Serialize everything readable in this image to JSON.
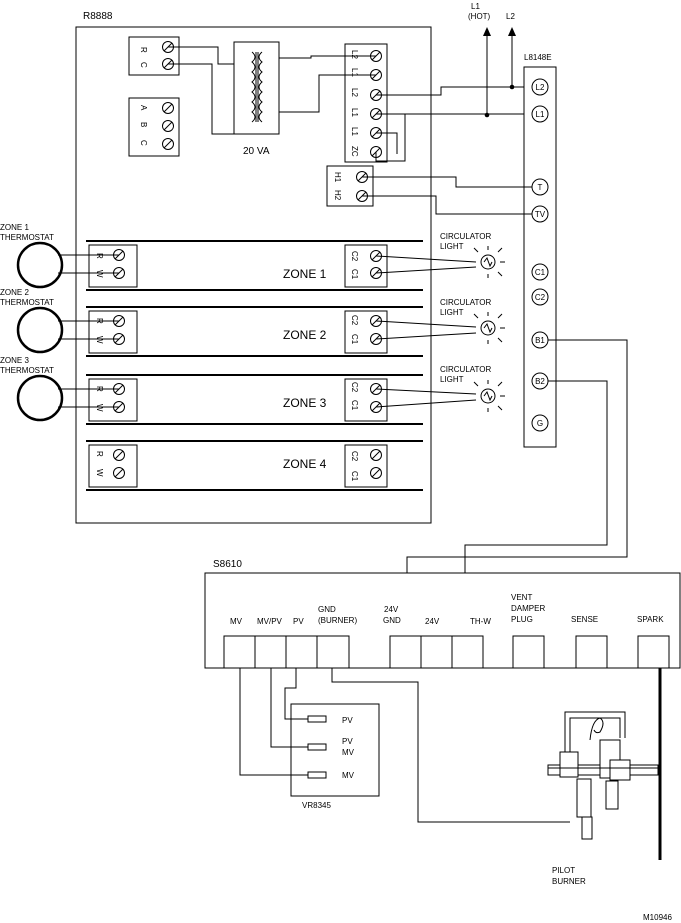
{
  "relay": {
    "title": "R8888",
    "transformer_label": "20 VA",
    "rc_terminals": [
      "R",
      "C"
    ],
    "abc_terminals": [
      "A",
      "B",
      "C"
    ],
    "power_terminals": [
      "L2",
      "L1",
      "L2",
      "L1",
      "L1",
      "ZC"
    ],
    "h_terminals": [
      "H1",
      "H2"
    ]
  },
  "line": {
    "l1": "L1",
    "hot": "(HOT)",
    "l2": "L2"
  },
  "ignition_module": {
    "title": "L8148E",
    "terminals": [
      "L2",
      "L1",
      "T",
      "TV",
      "C1",
      "C2",
      "B1",
      "B2",
      "G"
    ]
  },
  "zones": [
    {
      "name": "ZONE 1",
      "thermostat_line1": "ZONE 1",
      "thermostat_line2": "THERMOSTAT",
      "rw": [
        "R",
        "W"
      ],
      "cc": [
        "C2",
        "C1"
      ]
    },
    {
      "name": "ZONE 2",
      "thermostat_line1": "ZONE 2",
      "thermostat_line2": "THERMOSTAT",
      "rw": [
        "R",
        "W"
      ],
      "cc": [
        "C2",
        "C1"
      ]
    },
    {
      "name": "ZONE 3",
      "thermostat_line1": "ZONE 3",
      "thermostat_line2": "THERMOSTAT",
      "rw": [
        "R",
        "W"
      ],
      "cc": [
        "C2",
        "C1"
      ]
    },
    {
      "name": "ZONE 4",
      "rw": [
        "R",
        "W"
      ],
      "cc": [
        "C2",
        "C1"
      ]
    }
  ],
  "circulator": {
    "line1": "CIRCULATOR",
    "line2": "LIGHT"
  },
  "control": {
    "title": "S8610",
    "mv": "MV",
    "mvpv": "MV/PV",
    "pv": "PV",
    "gnd1": "GND",
    "gnd2": "(BURNER)",
    "v24gnd1": "24V",
    "v24gnd2": "GND",
    "v24": "24V",
    "thw": "TH-W",
    "vent1": "VENT",
    "vent2": "DAMPER",
    "vent3": "PLUG",
    "sense": "SENSE",
    "spark": "SPARK"
  },
  "gas_valve": {
    "title": "VR8345",
    "pv": "PV",
    "pvmv1": "PV",
    "pvmv2": "MV",
    "mv": "MV"
  },
  "pilot": {
    "line1": "PILOT",
    "line2": "BURNER"
  },
  "figure_id": "M10946"
}
